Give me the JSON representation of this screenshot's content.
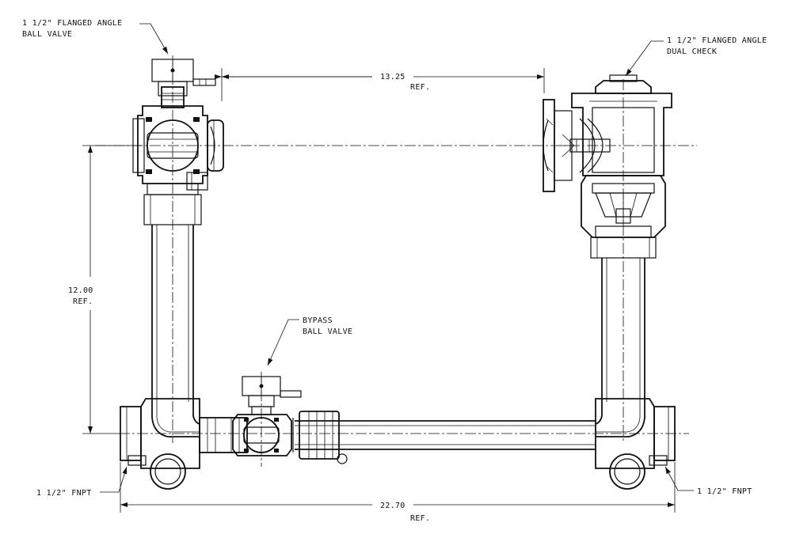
{
  "callouts": {
    "ball_valve_line1": "1 1/2\" FLANGED ANGLE",
    "ball_valve_line2": "BALL VALVE",
    "dual_check_line1": "1 1/2\" FLANGED ANGLE",
    "dual_check_line2": "DUAL CHECK",
    "bypass_line1": "BYPASS",
    "bypass_line2": "BALL VALVE",
    "fnpt_left": "1 1/2\" FNPT",
    "fnpt_right": "1 1/2\" FNPT"
  },
  "dimensions": {
    "top_value": "13.25",
    "top_ref": "REF.",
    "side_value": "12.00",
    "side_ref": "REF.",
    "bottom_value": "22.70",
    "bottom_ref": "REF."
  }
}
